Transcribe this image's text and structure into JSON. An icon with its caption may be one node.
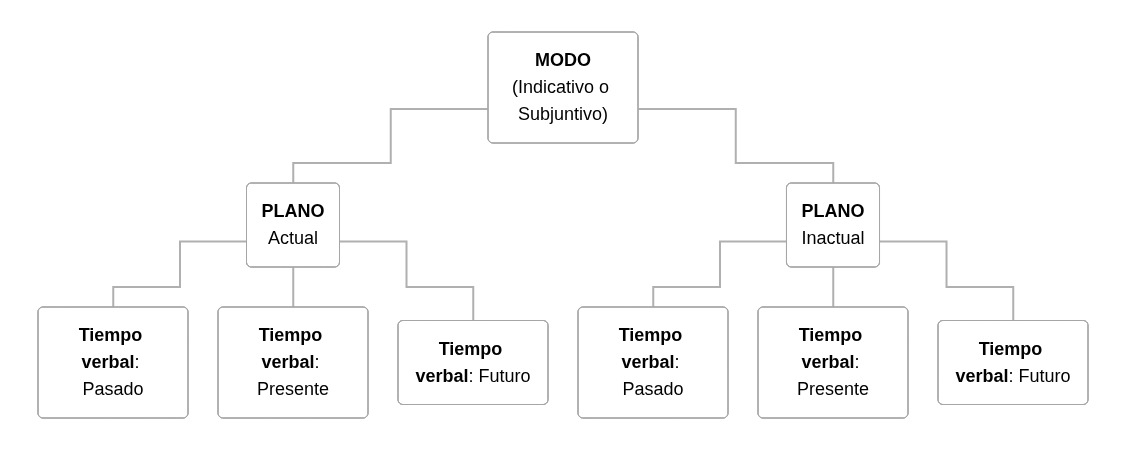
{
  "diagram": {
    "nodes": [
      {
        "text": [
          "MODO",
          "(Indicativo o Subjuntivo)"
        ]
      },
      {
        "text": [
          "PLANO",
          "Actual"
        ]
      },
      {
        "text": [
          "PLANO",
          "Inactual"
        ]
      },
      {
        "text": [
          "**Tiempo verbal**: Pasado"
        ]
      },
      {
        "text": [
          "**Tiempo verbal**: Presente"
        ]
      },
      {
        "text": [
          "**Tiempo verbal**: Futuro"
        ]
      },
      {
        "text": [
          "**Tiempo verbal**: Pasado"
        ]
      },
      {
        "text": [
          "**Tiempo verbal**: Presente"
        ]
      },
      {
        "text": [
          "**Tiempo verbal**: Futuro"
        ]
      }
    ],
    "edges": [
      {
        "from": 0,
        "to": 1,
        "arrow": "none"
      },
      {
        "from": 0,
        "to": 2,
        "arrow": "none"
      },
      {
        "from": 1,
        "to": 3,
        "arrow": "none"
      },
      {
        "from": 1,
        "to": 4,
        "arrow": "none"
      },
      {
        "from": 1,
        "to": 5,
        "arrow": "none"
      },
      {
        "from": 2,
        "to": 6,
        "arrow": "none"
      },
      {
        "from": 2,
        "to": 7,
        "arrow": "none"
      },
      {
        "from": 2,
        "to": 8,
        "arrow": "none"
      }
    ]
  }
}
